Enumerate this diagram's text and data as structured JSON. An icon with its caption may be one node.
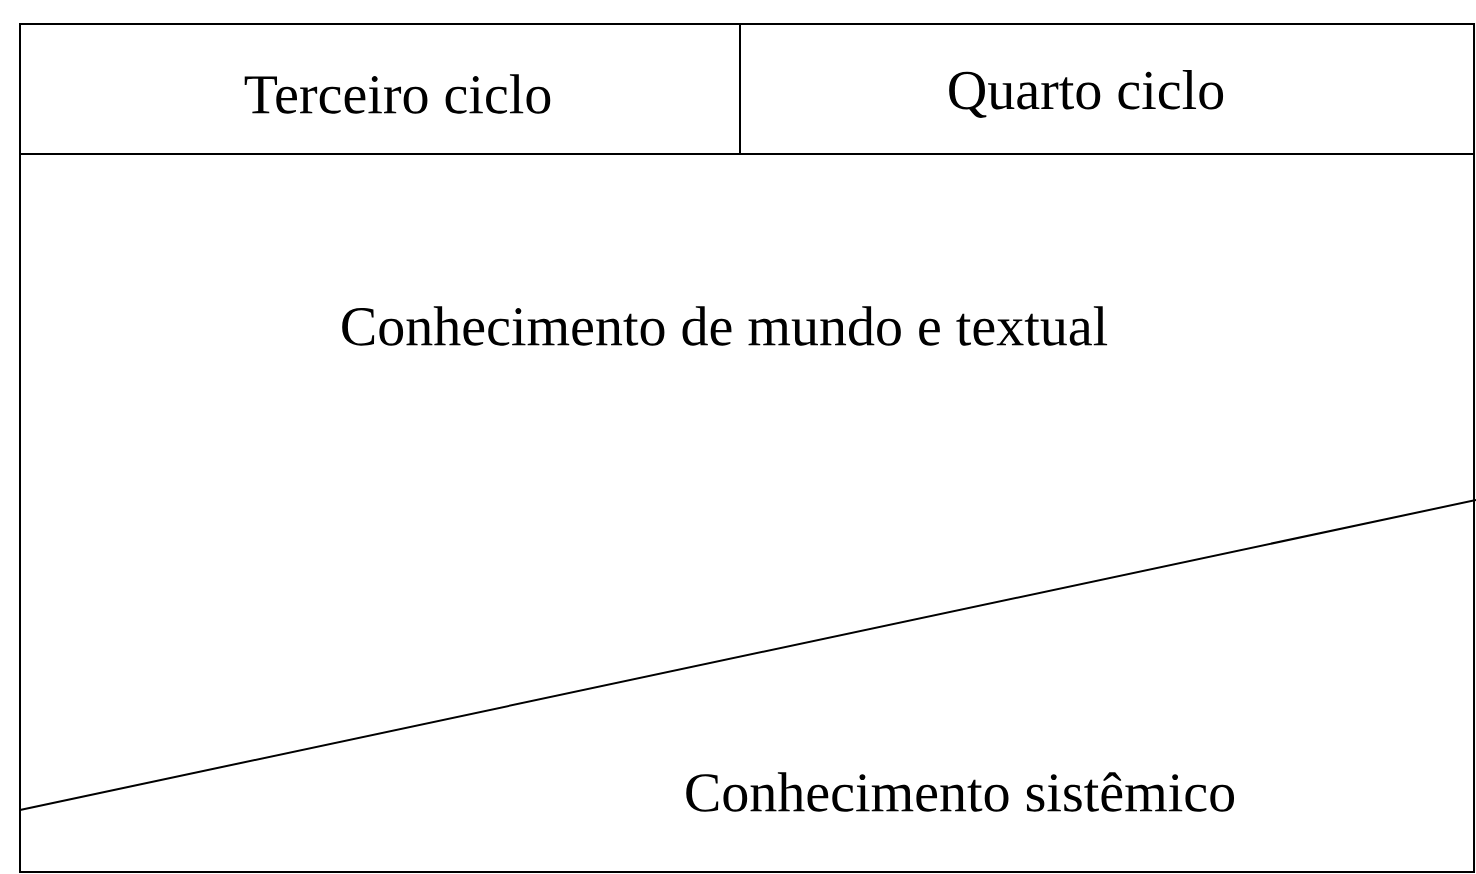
{
  "diagram": {
    "labels": [
      "Terceiro ciclo",
      "Quarto ciclo",
      "Conhecimento de mundo e textual",
      "Conhecimento sistêmico"
    ]
  }
}
